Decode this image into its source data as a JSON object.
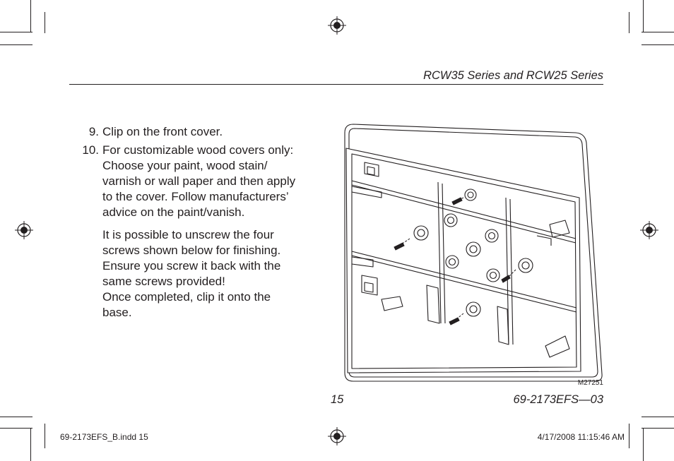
{
  "header": {
    "title": "RCW35 Series and RCW25 Series"
  },
  "steps": [
    {
      "number": "9.",
      "paragraphs": [
        [
          "Clip on the front cover."
        ]
      ]
    },
    {
      "number": "10.",
      "paragraphs": [
        [
          "For customizable wood covers only:",
          "Choose your paint, wood stain/",
          "varnish or wall paper and then apply",
          "to the cover. Follow manufacturers’",
          "advice on the paint/vanish."
        ],
        [
          "It is possible to unscrew the four",
          "screws shown below for finishing.",
          "Ensure you screw it back with the",
          "same screws provided!",
          "Once completed, clip it onto the",
          "base."
        ]
      ]
    }
  ],
  "figure": {
    "code": "M27251"
  },
  "footer": {
    "page_number": "15",
    "doc_id": "69-2173EFS—03"
  },
  "slug": {
    "left": "69-2173EFS_B.indd   15",
    "right": "4/17/2008   11:15:46 AM"
  }
}
